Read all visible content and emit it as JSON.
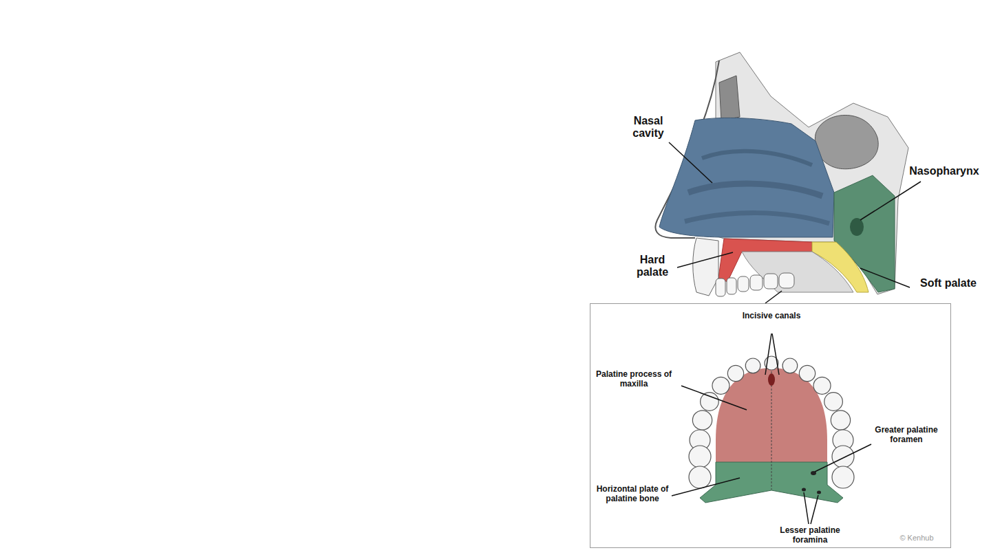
{
  "diagram": {
    "labels": [
      "Nasal cavity",
      "Nasopharynx",
      "Hard palate",
      "Soft palate",
      "Incisive canals",
      "Palatine process of maxilla",
      "Greater palatine foramen",
      "Horizontal plate of palatine bone",
      "Lesser palatine foramina",
      "© Kenhub"
    ]
  }
}
